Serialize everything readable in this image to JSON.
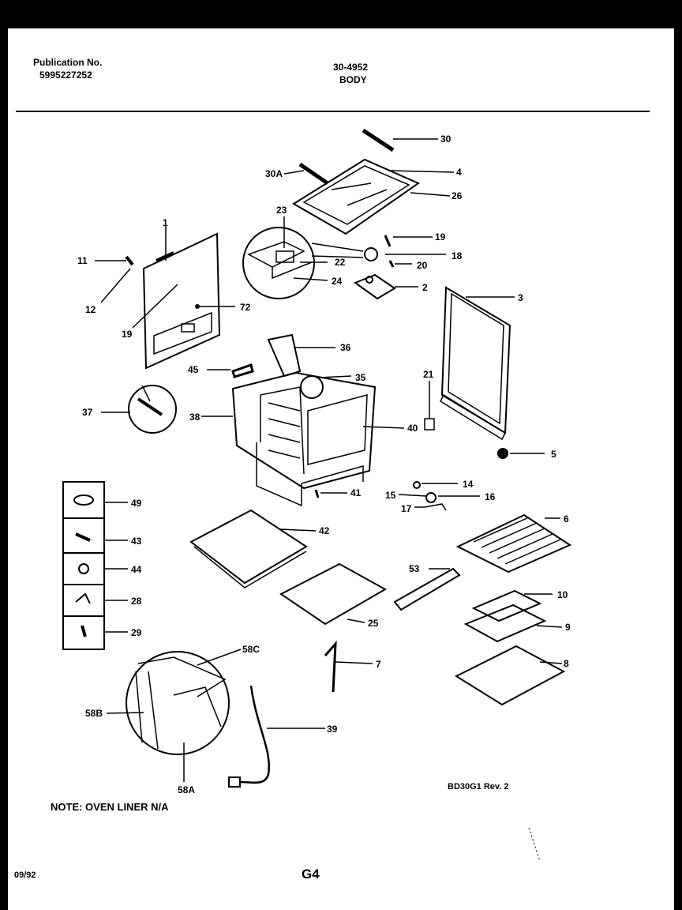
{
  "header": {
    "pub_label": "Publication No.",
    "pub_number": "5995227252",
    "doc_number": "30-4952",
    "section": "BODY"
  },
  "callouts": {
    "c30": "30",
    "c30a": "30A",
    "c4": "4",
    "c26": "26",
    "c23": "23",
    "c1": "1",
    "c19a": "19",
    "c18": "18",
    "c22": "22",
    "c20": "20",
    "c11": "11",
    "c24": "24",
    "c2": "2",
    "c12": "12",
    "c72": "72",
    "c3": "3",
    "c19b": "19",
    "c36": "36",
    "c45": "45",
    "c35": "35",
    "c21": "21",
    "c37": "37",
    "c38": "38",
    "c40": "40",
    "c5": "5",
    "c14": "14",
    "c15": "15",
    "c16": "16",
    "c41": "41",
    "c17": "17",
    "c49": "49",
    "c43": "43",
    "c44": "44",
    "c28": "28",
    "c29": "29",
    "c42": "42",
    "c6": "6",
    "c53": "53",
    "c10": "10",
    "c25": "25",
    "c9": "9",
    "c8": "8",
    "c7": "7",
    "c58c": "58C",
    "c58b": "58B",
    "c39": "39",
    "c58a": "58A"
  },
  "note": "NOTE: OVEN LINER N/A",
  "revision": "BD30G1 Rev. 2",
  "date": "09/92",
  "page": "G4"
}
